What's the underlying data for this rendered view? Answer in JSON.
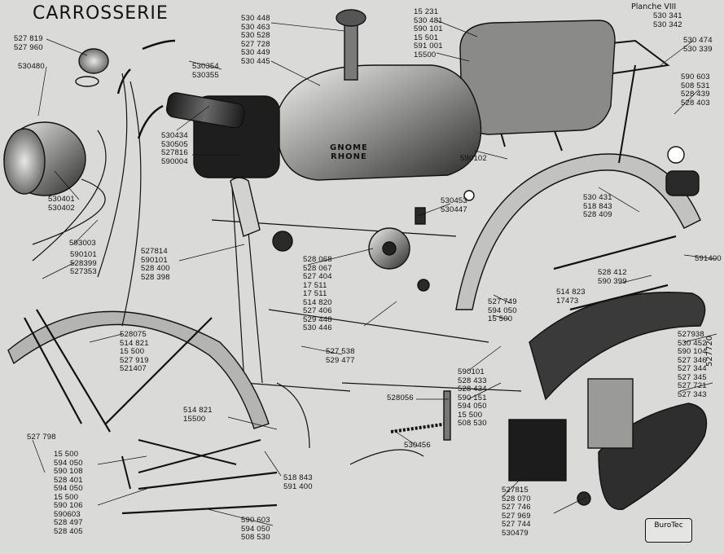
{
  "title": "CARROSSERIE",
  "plate": "Planche VIII",
  "tank_brand": [
    "GNOME",
    "RHONE"
  ],
  "logo": "BuroTec",
  "side_ref": "527720",
  "labels": {
    "mirror_top": [
      "527 819",
      "527 960"
    ],
    "headlamp": [
      "530480"
    ],
    "tank_cap": [
      "530 448",
      "530 463",
      "530 528",
      "527 728",
      "530 449",
      "530 445"
    ],
    "handle_switch": [
      "530354",
      "530355"
    ],
    "bag_top": [
      "15 231",
      "530 481",
      "590 101",
      "15 501",
      "591 001",
      "15500"
    ],
    "rack_top": [
      "530 341",
      "530 342"
    ],
    "rack_side": [
      "530 474",
      "530 339"
    ],
    "rear_lamp": [
      "590 603",
      "508 531",
      "528 439",
      "528 403"
    ],
    "grip": [
      "530434",
      "530505",
      "527816",
      "590004"
    ],
    "headlamp_mount": [
      "530401",
      "530402"
    ],
    "fender_bolt": [
      "590102"
    ],
    "tail_bracket": [
      "530 431",
      "518 843",
      "528 409"
    ],
    "tank_mount": [
      "530453",
      "530447"
    ],
    "cable": [
      "593003"
    ],
    "frame_front": [
      "590101",
      "528399",
      "527353"
    ],
    "frame_mid": [
      "527814",
      "590101",
      "528 400",
      "528 398"
    ],
    "horn": [
      "528 068",
      "528 067",
      "527 404",
      "17 511",
      "17 511",
      "514 820",
      "527 406",
      "529 448",
      "530 446"
    ],
    "rear_stay": [
      "591400"
    ],
    "rear_clip": [
      "528 412",
      "590 399"
    ],
    "rear_clip2": [
      "514 823",
      "17473"
    ],
    "fork_bolts": [
      "528075",
      "514 821",
      "15 500",
      "527 919",
      "521407"
    ],
    "stand_bolt": [
      "527 538",
      "529 477"
    ],
    "middle_bolts": [
      "527 749",
      "594 050",
      "15 500"
    ],
    "chain_cover": [
      "527938",
      "530 452",
      "590 104",
      "527 346",
      "527 344",
      "527 345",
      "527 721",
      "527 343"
    ],
    "battery_bolts": [
      "590101",
      "528 433",
      "528 434",
      "590 151",
      "594 050",
      "15 500",
      "508 530"
    ],
    "spring": [
      "528056"
    ],
    "front_fender": [
      "514 821",
      "15500"
    ],
    "footrest": [
      "527 798"
    ],
    "chain": [
      "530456"
    ],
    "wire": [
      "518 843",
      "591 400"
    ],
    "stand_left": [
      "15 500",
      "594 050",
      "590 108",
      "528 401",
      "594 050",
      "15 500",
      "590 106",
      "590603",
      "528 497",
      "528 405"
    ],
    "stand_bottom": [
      "590 603",
      "594 050",
      "508 530"
    ],
    "battery_bottom": [
      "527815",
      "528 070",
      "527 746",
      "527 969",
      "527 744",
      "530479"
    ]
  }
}
